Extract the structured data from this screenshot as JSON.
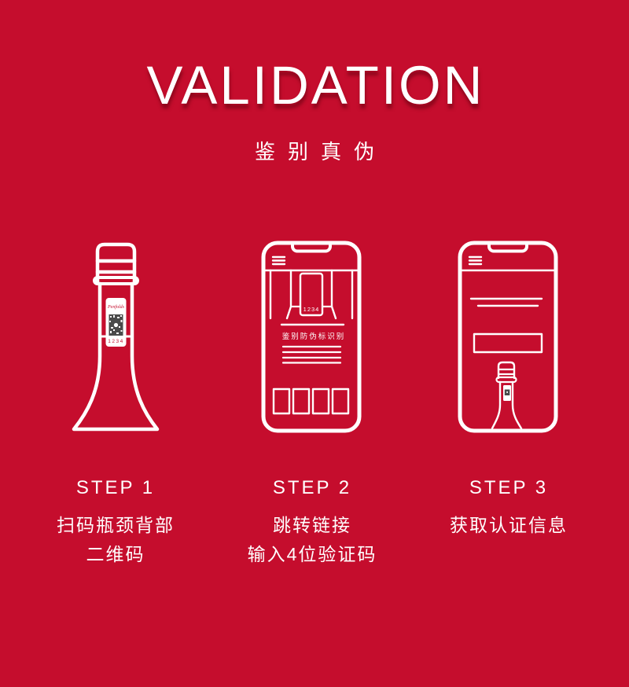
{
  "page": {
    "background_color": "#C50D2D",
    "title": "VALIDATION",
    "subtitle": "鉴别真伪"
  },
  "steps": [
    {
      "label": "STEP 1",
      "lines": [
        "扫码瓶颈背部",
        "二维码"
      ],
      "bottle": {
        "brand": "Penfolds",
        "code": "1234"
      }
    },
    {
      "label": "STEP 2",
      "lines": [
        "跳转链接",
        "输入4位验证码"
      ],
      "screen": {
        "code": "1234",
        "caption": "鉴别防伪标识别",
        "code_boxes": 4
      }
    },
    {
      "label": "STEP 3",
      "lines": [
        "获取认证信息"
      ]
    }
  ]
}
